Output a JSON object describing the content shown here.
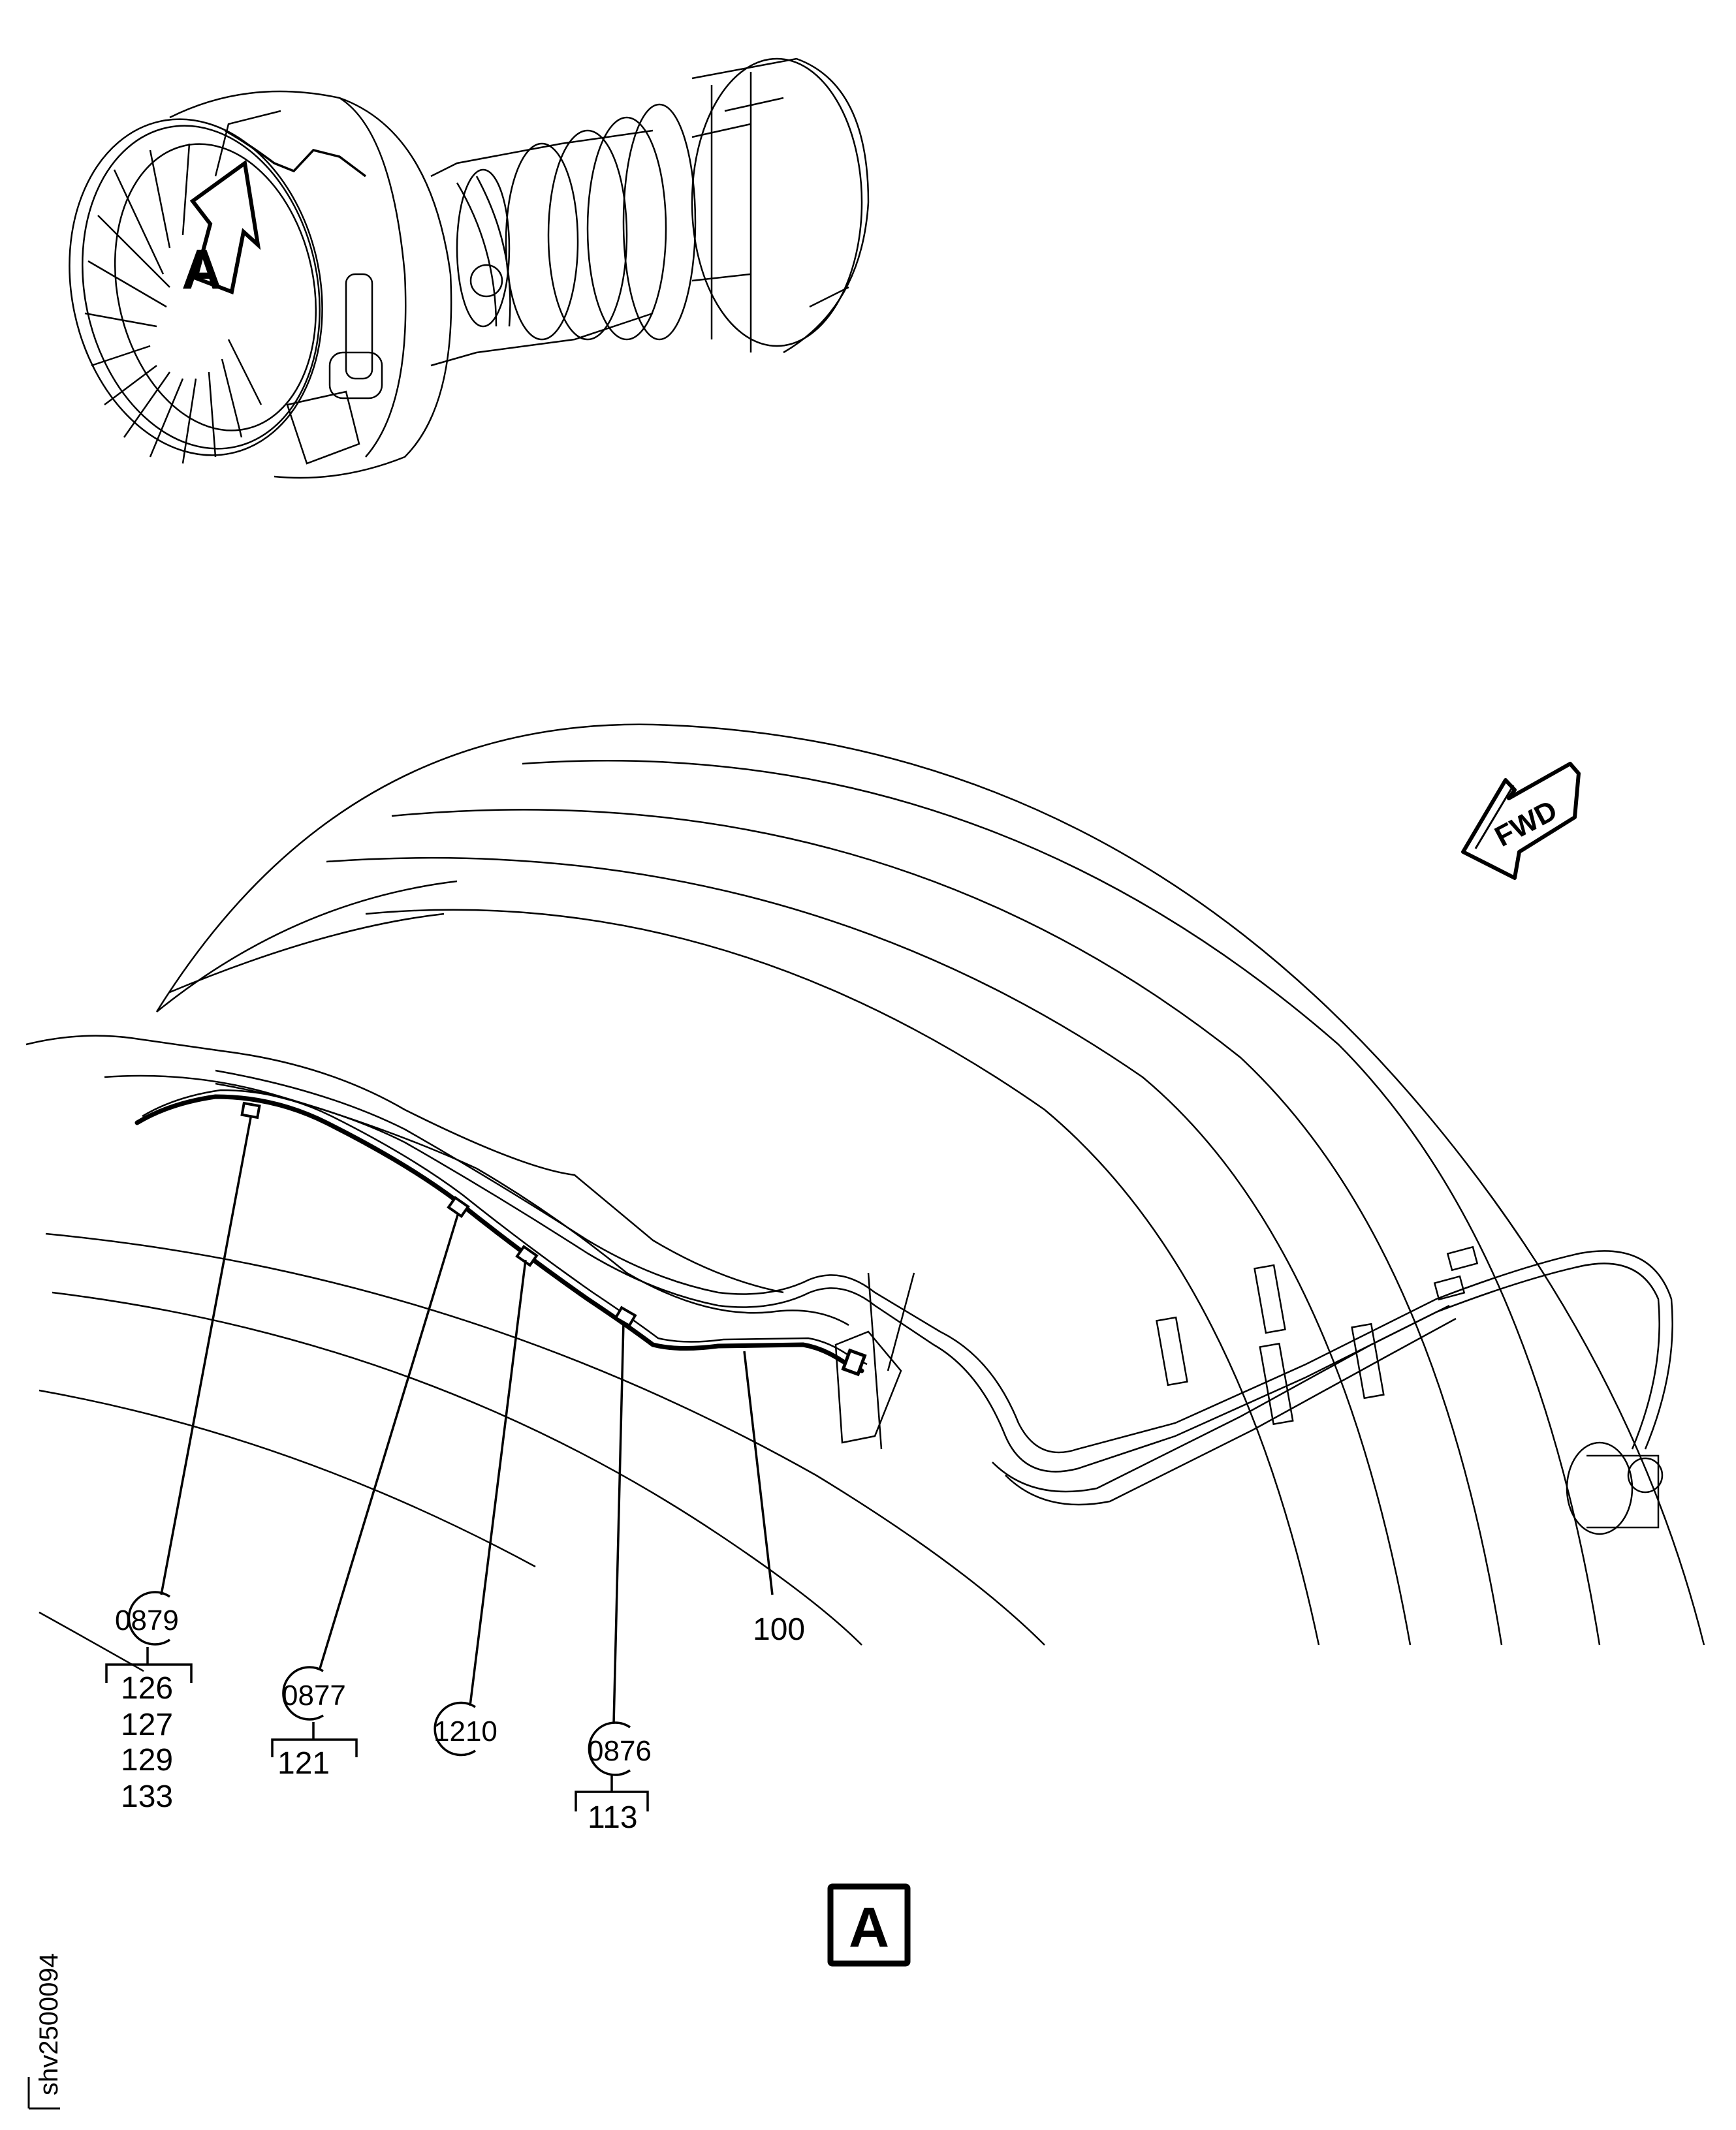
{
  "figure": {
    "id": "shv2500094",
    "view_label": "A",
    "overview_view_marker": "A",
    "direction_indicator": "FWD"
  },
  "callouts": [
    {
      "item": "0879",
      "refs": [
        "126",
        "127",
        "129",
        "133"
      ]
    },
    {
      "item": "0877",
      "refs": [
        "121"
      ]
    },
    {
      "item": "1210",
      "refs": []
    },
    {
      "item": "0876",
      "refs": [
        "113"
      ]
    }
  ],
  "part_labels": [
    {
      "label": "100"
    }
  ]
}
